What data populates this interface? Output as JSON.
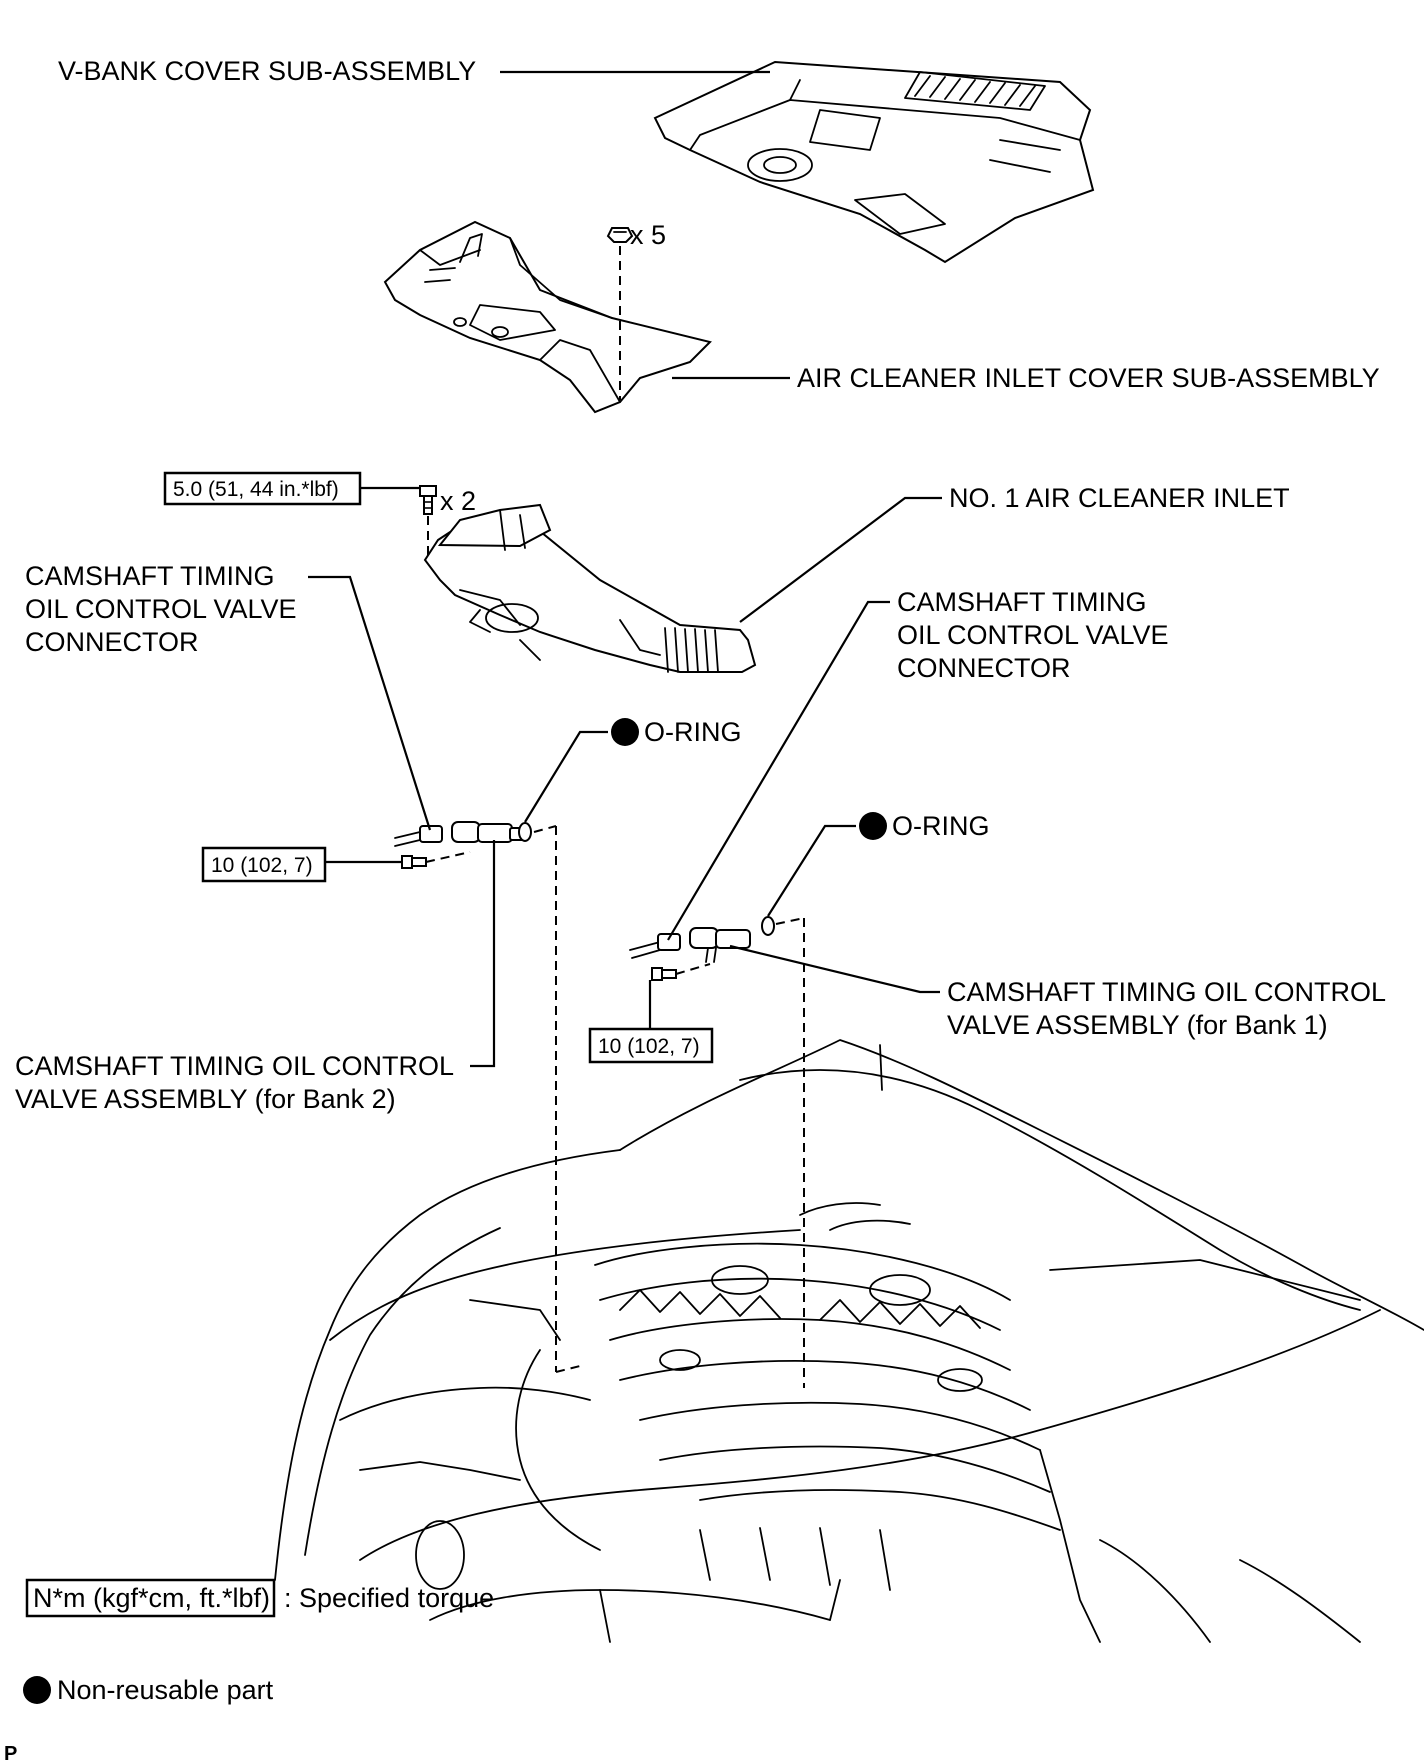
{
  "labels": {
    "v_bank_cover": "V-BANK COVER SUB-ASSEMBLY",
    "air_cleaner_inlet_cover": "AIR CLEANER INLET COVER SUB-ASSEMBLY",
    "no1_air_cleaner_inlet": "NO. 1 AIR CLEANER INLET",
    "connector_left": [
      "CAMSHAFT TIMING",
      "OIL CONTROL VALVE",
      "CONNECTOR"
    ],
    "connector_right": [
      "CAMSHAFT TIMING",
      "OIL CONTROL VALVE",
      "CONNECTOR"
    ],
    "o_ring_left": "O-RING",
    "o_ring_right": "O-RING",
    "valve_bank1": [
      "CAMSHAFT TIMING OIL CONTROL",
      "VALVE ASSEMBLY (for Bank 1)"
    ],
    "valve_bank2": [
      "CAMSHAFT TIMING OIL CONTROL",
      "VALVE ASSEMBLY (for Bank 2)"
    ]
  },
  "quantities": {
    "clips": "x 5",
    "inlet_bolts": "x 2"
  },
  "torques": {
    "inlet_bolt": "5.0 (51, 44 in.*lbf)",
    "bank2_bolt": "10 (102, 7)",
    "bank1_bolt": "10 (102, 7)"
  },
  "legend": {
    "torque_box": "N*m (kgf*cm, ft.*lbf)",
    "torque_text": ": Specified torque",
    "nonreusable_text": "Non-reusable part"
  },
  "corner_mark": "P"
}
